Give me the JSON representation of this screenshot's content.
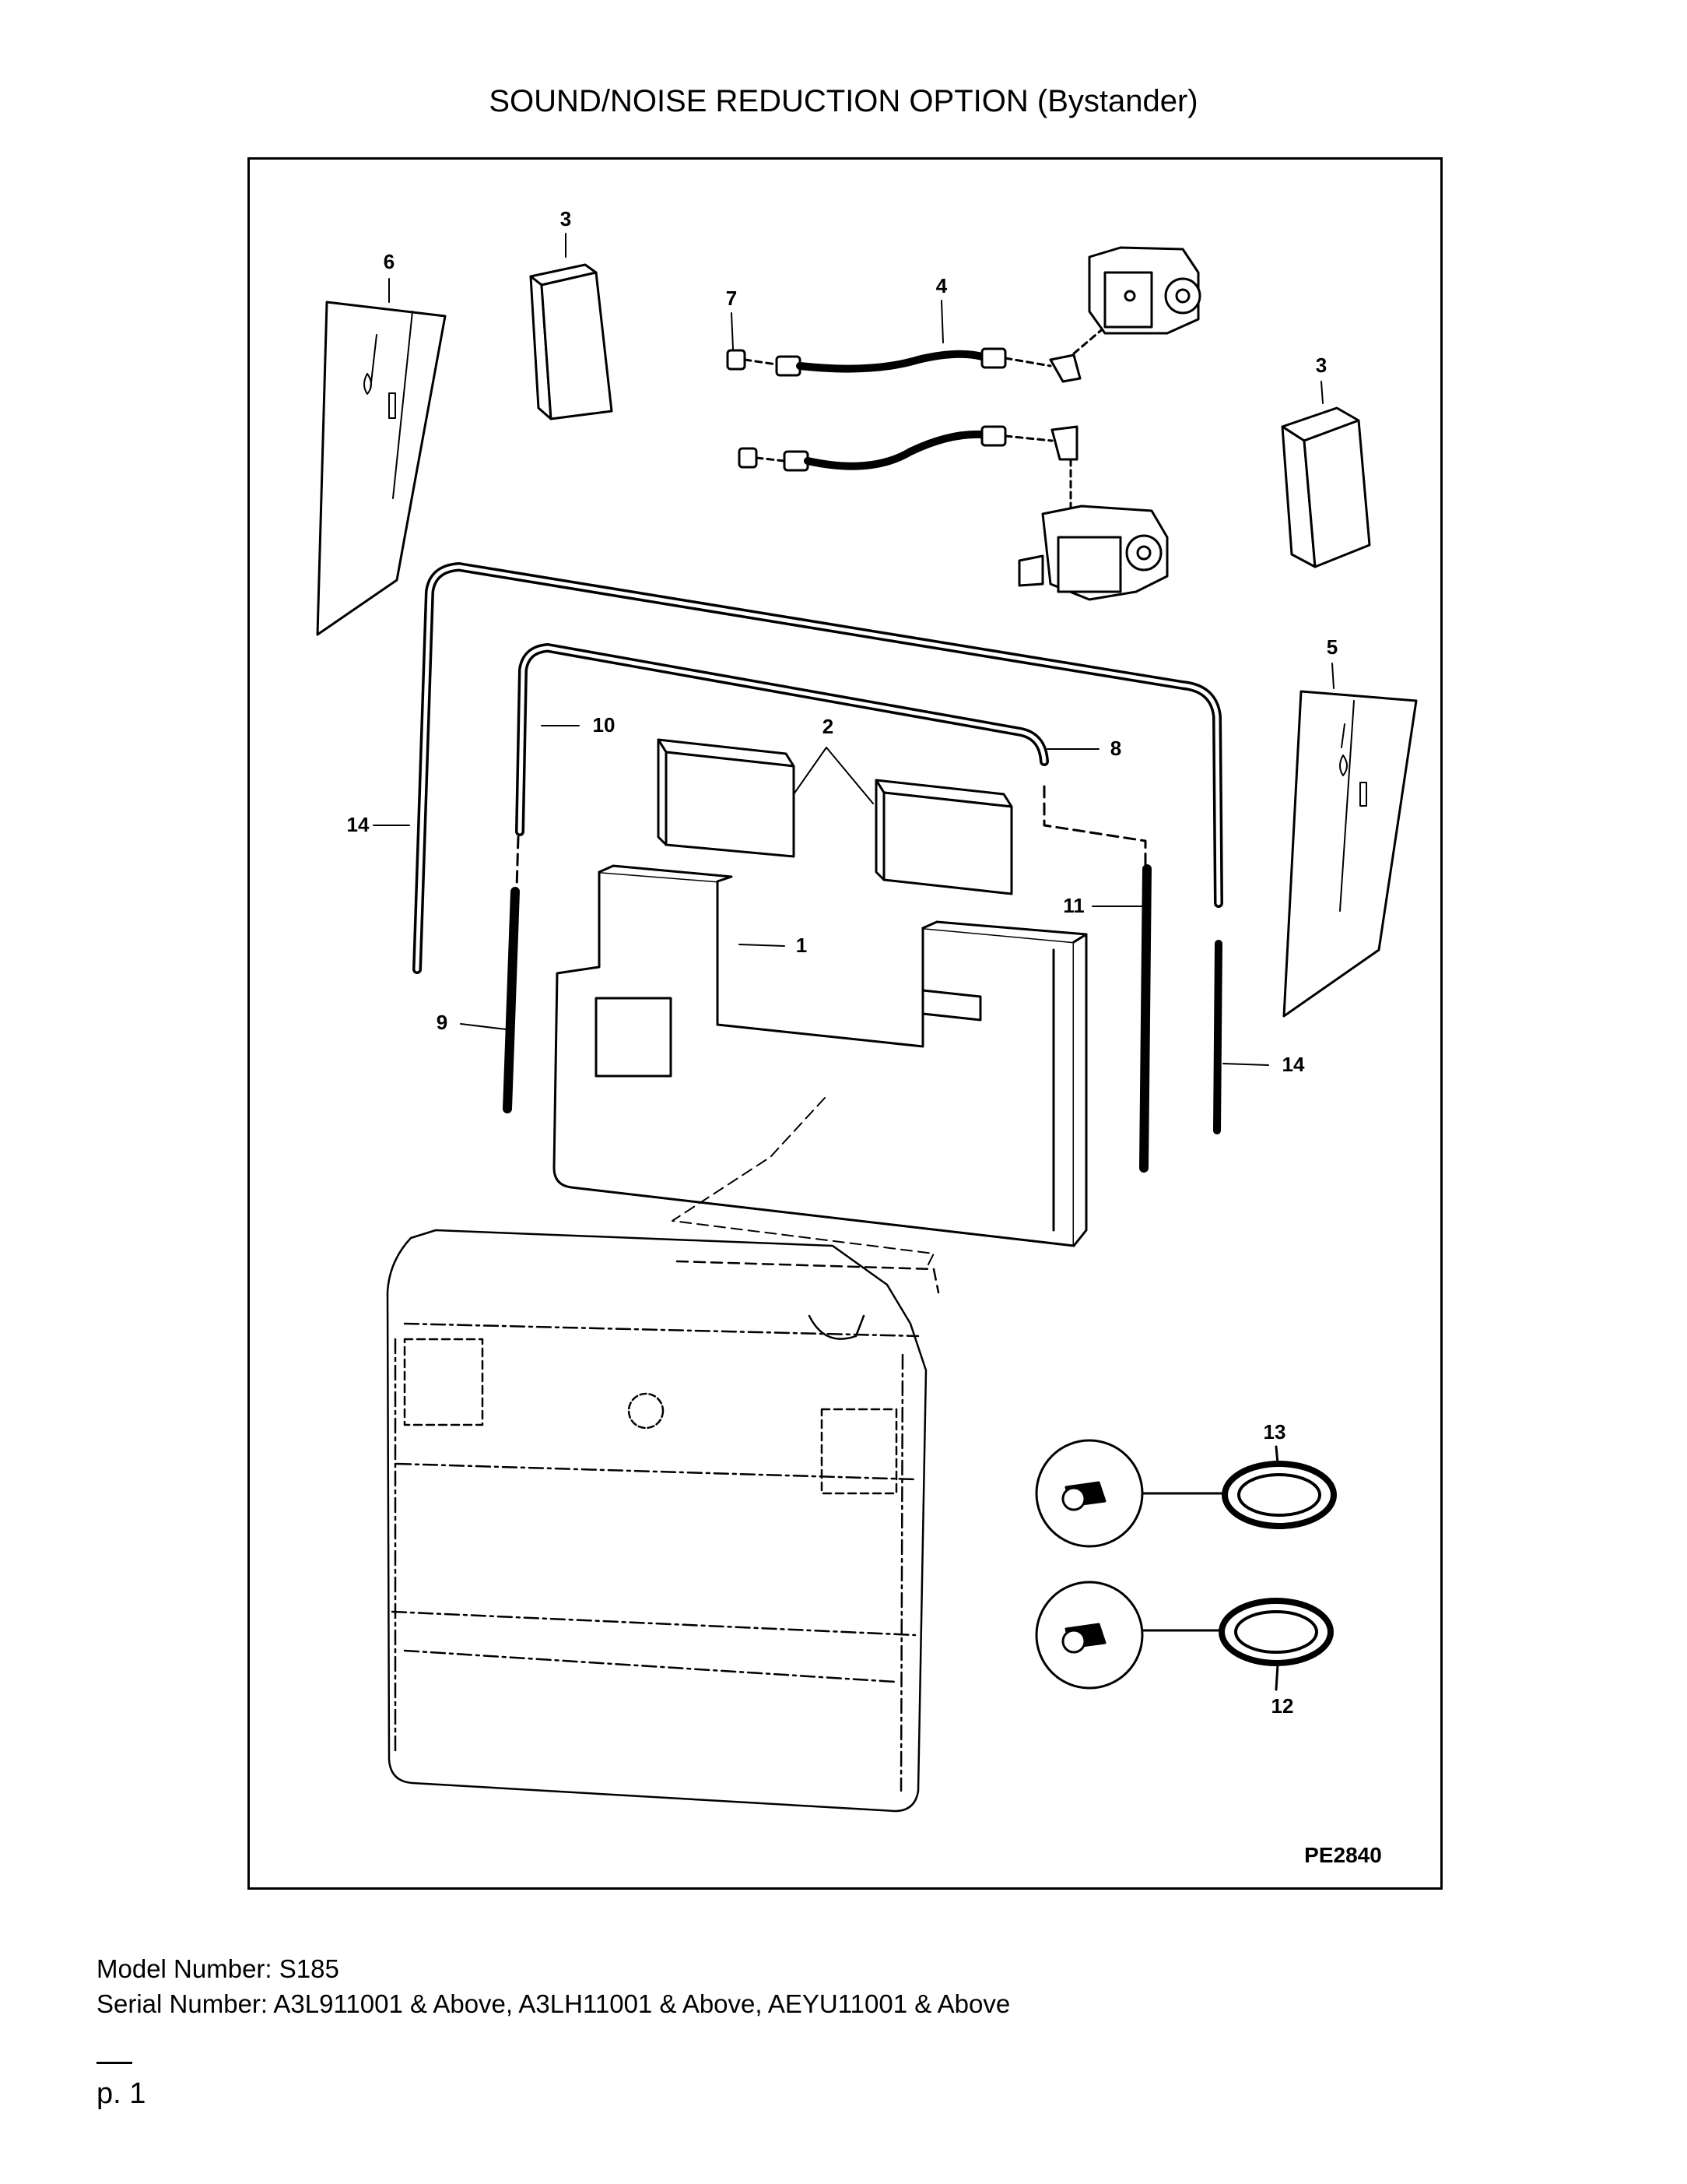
{
  "title": "SOUND/NOISE REDUCTION OPTION (Bystander)",
  "diagram_id": "PE2840",
  "callouts": {
    "c1": "1",
    "c2": "2",
    "c3a": "3",
    "c3b": "3",
    "c4": "4",
    "c5": "5",
    "c6": "6",
    "c7": "7",
    "c8": "8",
    "c9": "9",
    "c10": "10",
    "c11": "11",
    "c12": "12",
    "c13": "13",
    "c14a": "14",
    "c14b": "14"
  },
  "model_line": "Model Number: S185",
  "serial_line": "Serial Number: A3L911001 & Above, A3LH11001 & Above, AEYU11001 & Above",
  "page": "p. 1"
}
